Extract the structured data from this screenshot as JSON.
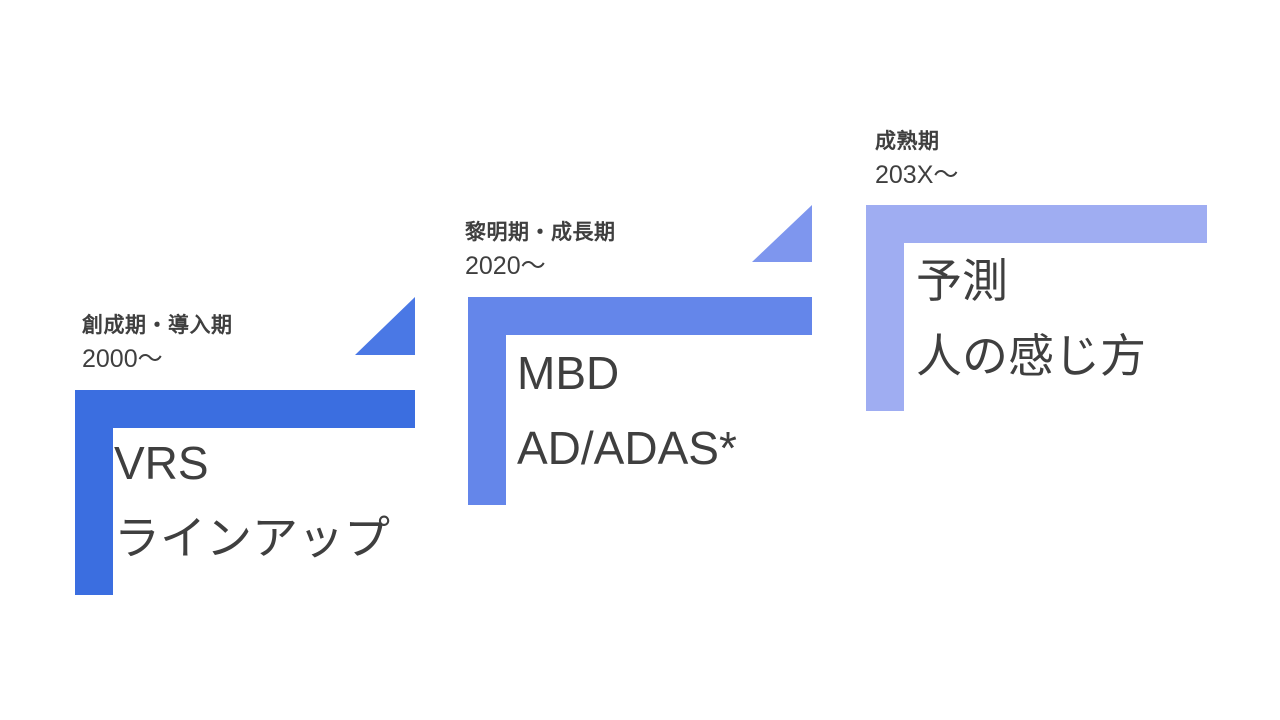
{
  "background_color": "#ffffff",
  "text_color": "#3f3f3f",
  "steps": [
    {
      "id": "step-1",
      "phase": "創成期・導入期",
      "period": "2000〜",
      "lines": [
        "VRS",
        "ラインアップ"
      ],
      "color": "#3b6ee0"
    },
    {
      "id": "step-2",
      "phase": "黎明期・成長期",
      "period": "2020〜",
      "lines": [
        "MBD",
        "AD/ADAS*"
      ],
      "color": "#6486ea"
    },
    {
      "id": "step-3",
      "phase": "成熟期",
      "period": "203X〜",
      "lines": [
        "予測",
        "人の感じ方"
      ],
      "color": "#9fadf2"
    }
  ],
  "arrows": [
    {
      "id": "arrow-1",
      "color": "#4a78e5"
    },
    {
      "id": "arrow-2",
      "color": "#7e96ee"
    }
  ]
}
